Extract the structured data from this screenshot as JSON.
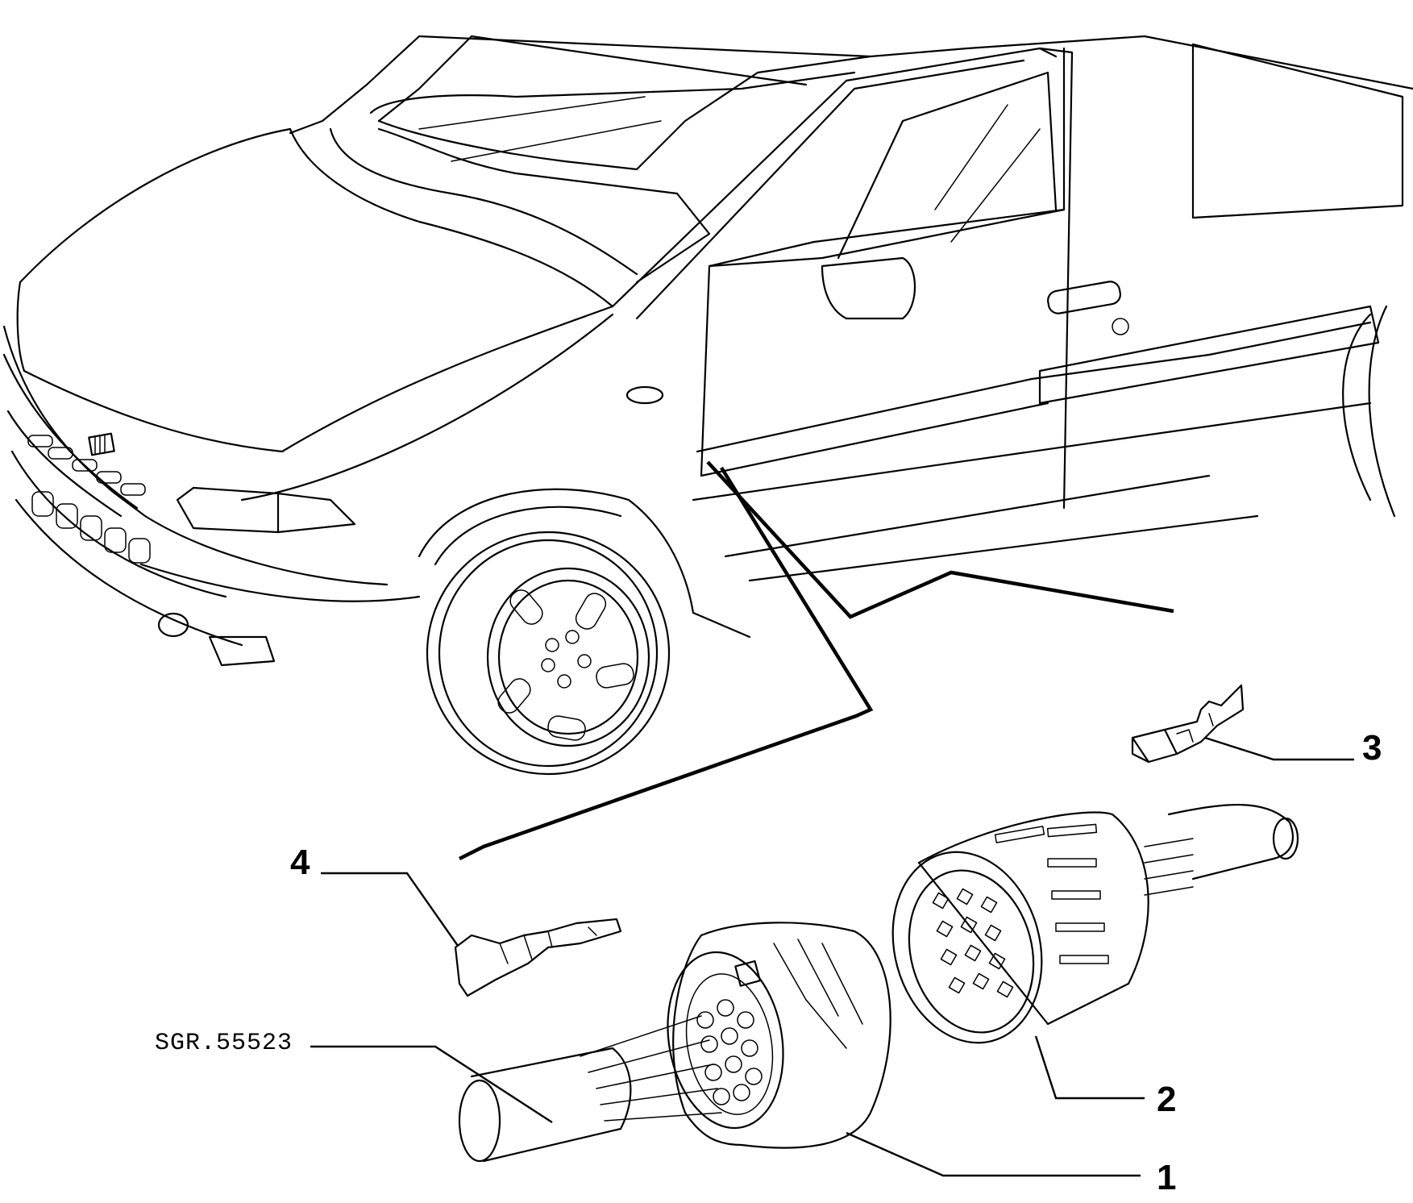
{
  "diagram": {
    "reference_code": "SGR.55523",
    "callouts": [
      {
        "id": "1",
        "label": "1"
      },
      {
        "id": "2",
        "label": "2"
      },
      {
        "id": "3",
        "label": "3"
      },
      {
        "id": "4",
        "label": "4"
      }
    ]
  }
}
